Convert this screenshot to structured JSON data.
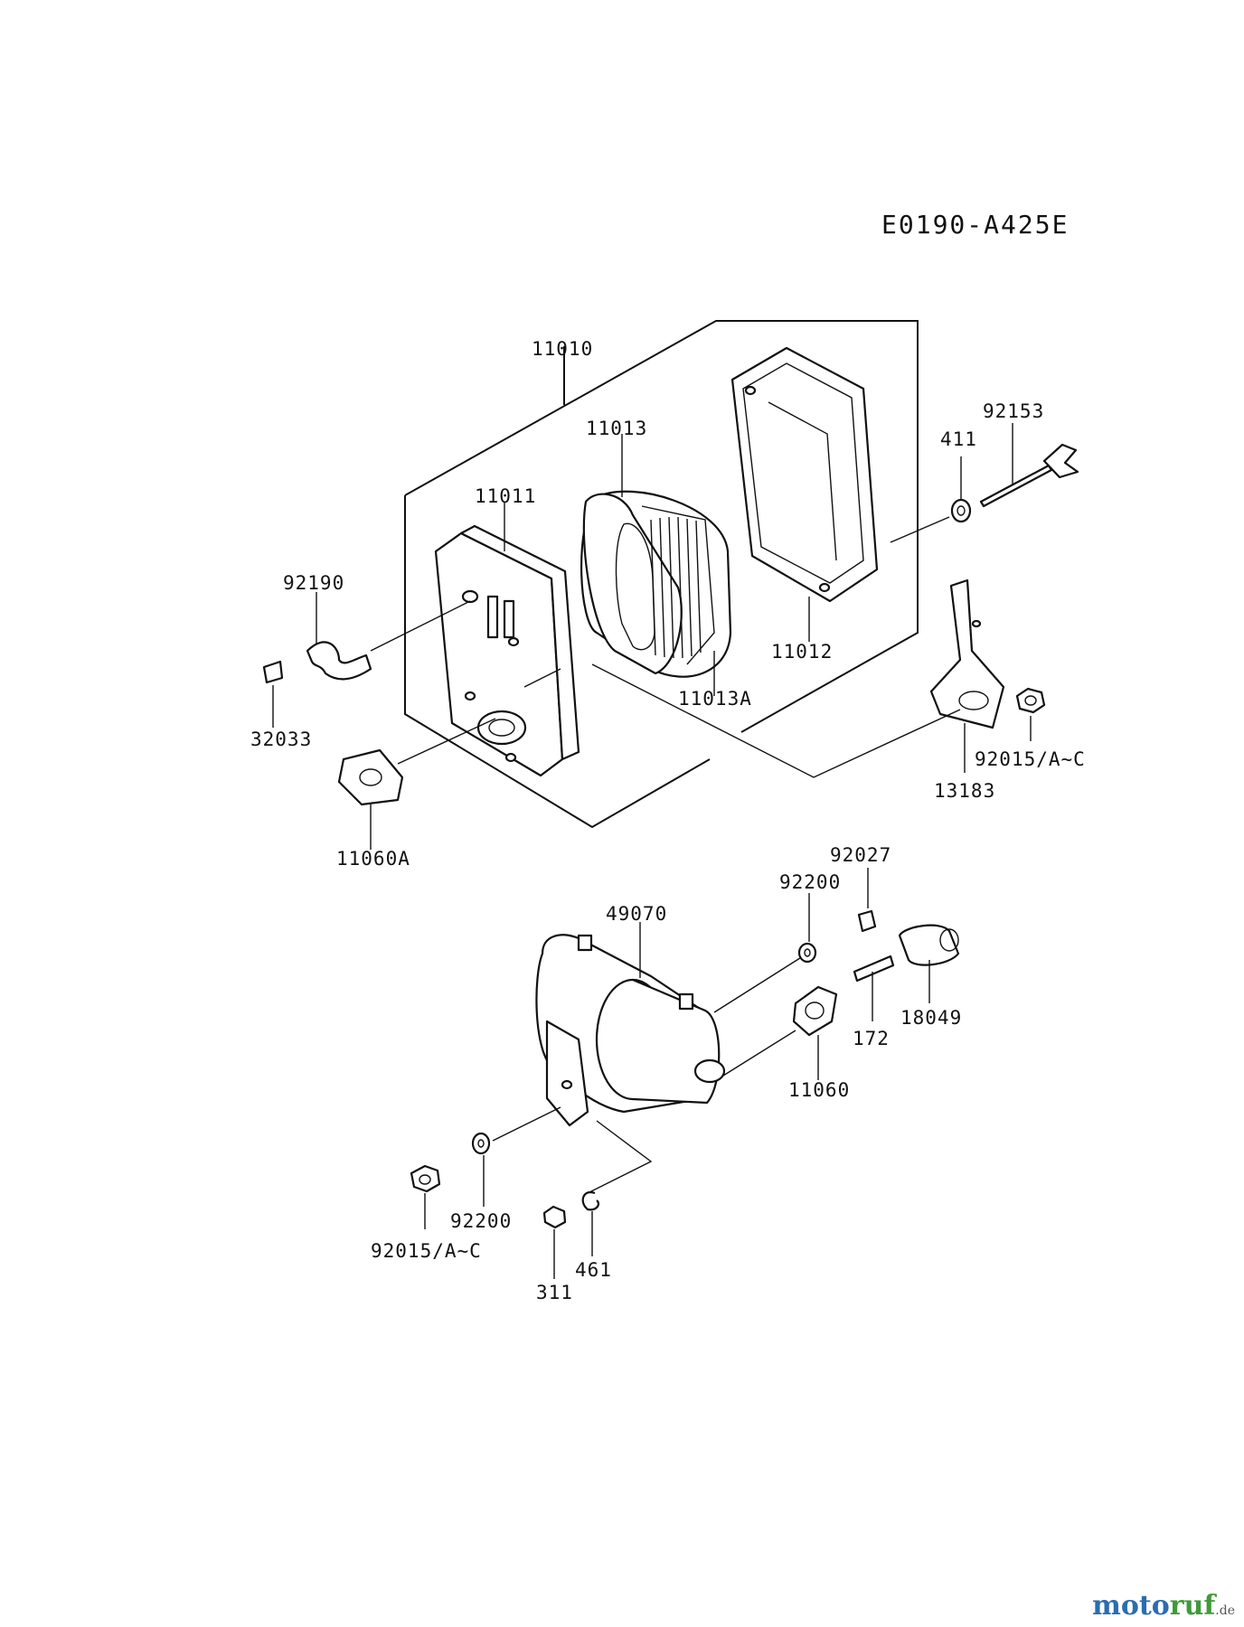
{
  "diagram_code": "E0190-A425E",
  "labels": {
    "p11010": "11010",
    "p11013": "11013",
    "p11011": "11011",
    "p92153": "92153",
    "p411": "411",
    "p92190": "92190",
    "p32033": "32033",
    "p11012": "11012",
    "p11013A": "11013A",
    "p92015_top": "92015/A~C",
    "p13183": "13183",
    "p11060A": "11060A",
    "p92027": "92027",
    "p92200_top": "92200",
    "p49070": "49070",
    "p18049": "18049",
    "p172": "172",
    "p11060": "11060",
    "p92200_bot": "92200",
    "p92015_bot": "92015/A~C",
    "p461": "461",
    "p311": "311"
  },
  "logo": {
    "part1": "moto",
    "part2": "ruf",
    "part3": ".de"
  }
}
